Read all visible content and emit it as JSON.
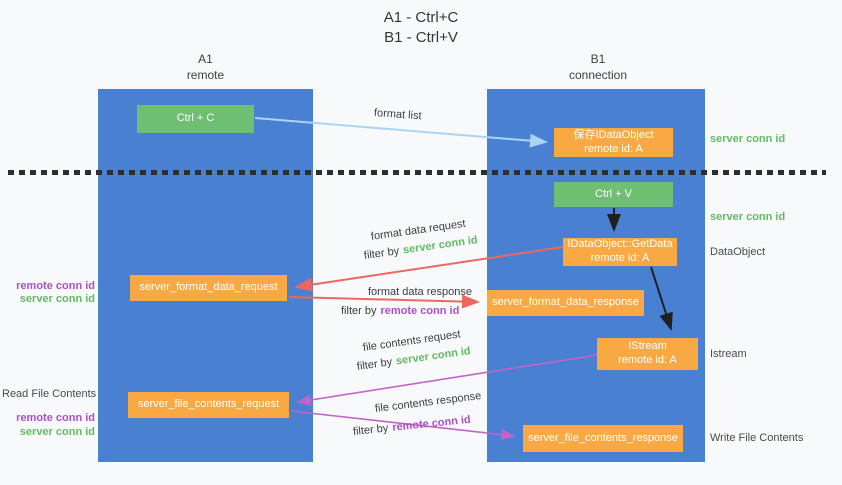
{
  "title": {
    "line1": "A1 - Ctrl+C",
    "line2": "B1 - Ctrl+V"
  },
  "lanes": {
    "a": {
      "title": "A1",
      "subtitle": "remote"
    },
    "b": {
      "title": "B1",
      "subtitle": "connection"
    }
  },
  "nodes": {
    "ctrl_c": {
      "label": "Ctrl + C"
    },
    "save_idataobject": {
      "line1": "保存IDataObject",
      "line2": "remote id: A"
    },
    "ctrl_v": {
      "label": "Ctrl + V"
    },
    "getdata": {
      "line1": "IDataObject::GetData",
      "line2": "remote id: A"
    },
    "format_request": {
      "label": "server_format_data_request"
    },
    "format_response": {
      "label": "server_format_data_response"
    },
    "istream": {
      "line1": "IStream",
      "line2": "remote id: A"
    },
    "file_request": {
      "label": "server_file_contents_request"
    },
    "file_response": {
      "label": "server_file_contents_response"
    }
  },
  "arrow_labels": {
    "format_list": "format list",
    "format_data_request": "format data request",
    "format_data_response": "format data response",
    "file_contents_request": "file contents request",
    "file_contents_response": "file contents response",
    "filter_by": "filter by",
    "server_conn_id": "server conn id",
    "remote_conn_id": "remote conn id"
  },
  "side_labels": {
    "right_server_conn_id_top": "server conn id",
    "right_server_conn_id_mid": "server conn id",
    "dataobject": "DataObject",
    "istream": "Istream",
    "write_file_contents": "Write File Contents",
    "left_remote_conn_id_top": "remote conn id",
    "left_server_conn_id_top": "server conn id",
    "read_file_contents": "Read File Contents",
    "left_remote_conn_id_bottom": "remote conn id",
    "left_server_conn_id_bottom": "server conn id"
  },
  "colors": {
    "lane_blue": "#4A80D2",
    "box_green": "#6FBF73",
    "box_orange": "#F9A943",
    "arrow_blue": "#A9D5F5",
    "arrow_red": "#EC685F",
    "arrow_magenta": "#C263C9",
    "arrow_black": "#1f1f1f",
    "text_green": "#63BA66",
    "text_purple": "#AC50C8",
    "text_gray": "#4a4a4a",
    "page_bg": "#f8f9fa"
  }
}
